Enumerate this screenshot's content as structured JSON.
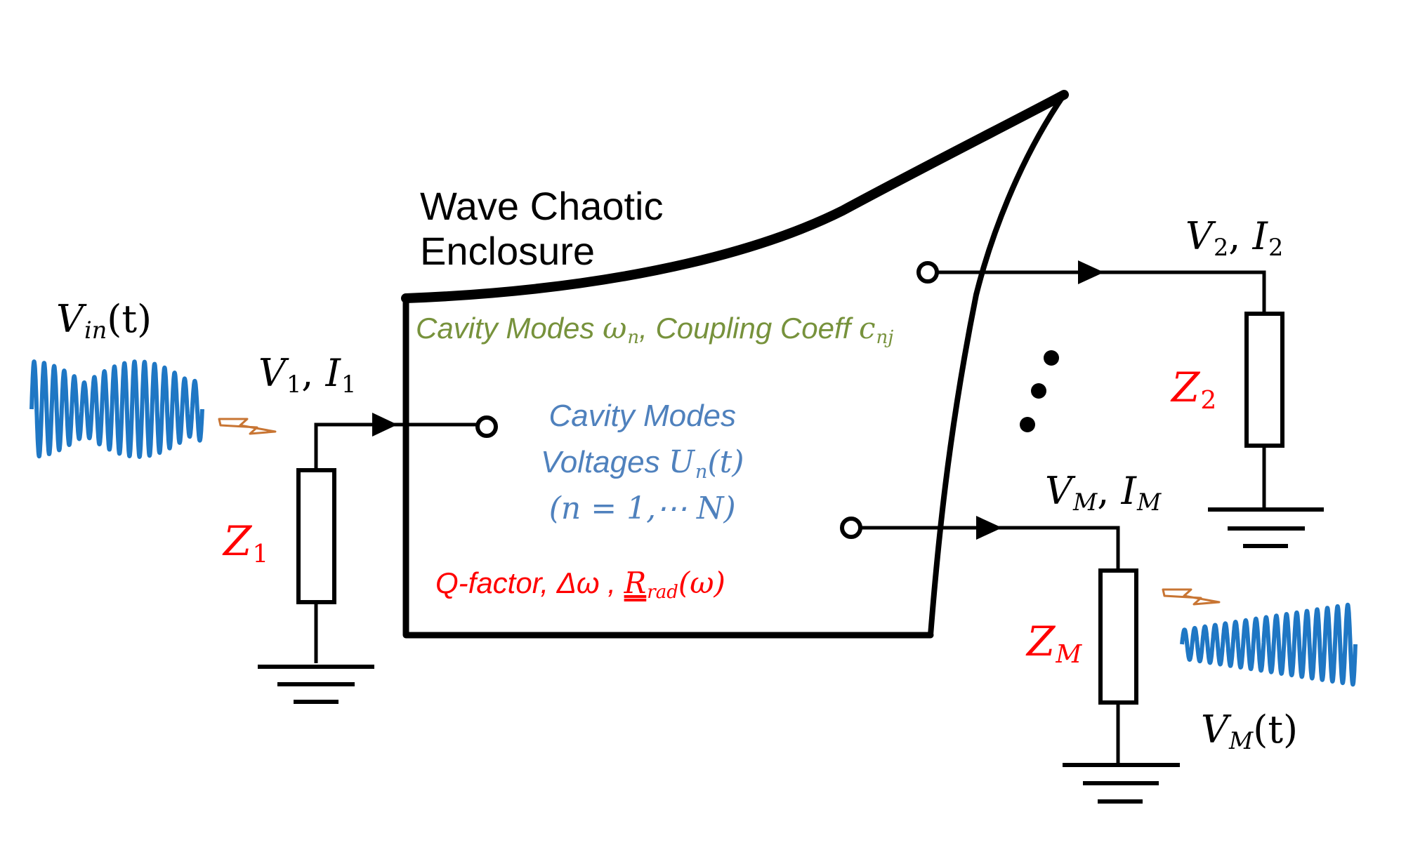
{
  "diagram": {
    "enclosure_title": {
      "line1": "Wave Chaotic",
      "line2": "Enclosure"
    },
    "input_signal": {
      "symbol": "V",
      "subscript": "in",
      "arg": "(t)"
    },
    "port1": {
      "voltage_symbol": "V",
      "voltage_sub": "1",
      "sep": ", ",
      "current_symbol": "I",
      "current_sub": "1",
      "impedance_symbol": "Z",
      "impedance_sub": "1"
    },
    "port2": {
      "voltage_symbol": "V",
      "voltage_sub": "2",
      "sep": ", ",
      "current_symbol": "I",
      "current_sub": "2",
      "impedance_symbol": "Z",
      "impedance_sub": "2"
    },
    "portM": {
      "voltage_symbol": "V",
      "voltage_sub": "M",
      "sep": ", ",
      "current_symbol": "I",
      "current_sub": "M",
      "impedance_symbol": "Z",
      "impedance_sub": "M"
    },
    "output_signal": {
      "symbol": "V",
      "subscript": "M",
      "arg": "(t)"
    },
    "modes_line": {
      "prefix": "Cavity Modes ",
      "omega": "ω",
      "omega_sub": "n",
      "middle": ", Coupling Coeff ",
      "c": "c",
      "c_sub": "nj"
    },
    "voltages_block": {
      "line1": "Cavity Modes",
      "line2_prefix": "Voltages ",
      "U": "U",
      "U_sub": "n",
      "U_arg": "(t)",
      "line3": "(n = 1,⋯ N)"
    },
    "loss_line": {
      "prefix": "Q-factor, Δω , ",
      "R": "R",
      "R_sub": "rad",
      "R_arg": "(ω)"
    },
    "colors": {
      "black": "#000000",
      "wave_blue": "#1f77c4",
      "impedance_red": "#ff0000",
      "modes_green": "#77923c",
      "voltages_blue": "#4f81bd",
      "lightning_brown": "#c87533"
    },
    "icons": [
      "lightning-bolt-icon",
      "ground-symbol-icon",
      "resistor-icon",
      "arrow-right-icon",
      "ellipsis-dots-icon"
    ]
  }
}
